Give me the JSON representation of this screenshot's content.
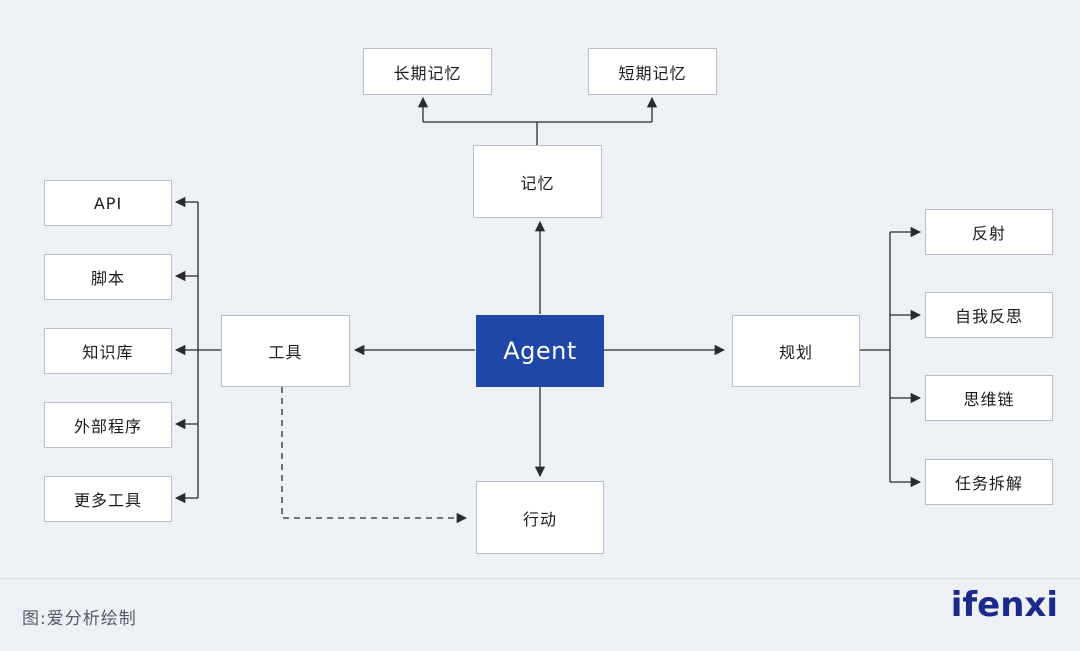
{
  "colors": {
    "agent_fill": "#1e47a8",
    "line": "#2b2b2b",
    "background": "#edf1f6"
  },
  "diagram": {
    "center": "Agent",
    "memory": {
      "label": "记忆",
      "children": [
        "长期记忆",
        "短期记忆"
      ]
    },
    "tools": {
      "label": "工具",
      "children": [
        "API",
        "脚本",
        "知识库",
        "外部程序",
        "更多工具"
      ]
    },
    "planning": {
      "label": "规划",
      "children": [
        "反射",
        "自我反思",
        "思维链",
        "任务拆解"
      ]
    },
    "action": {
      "label": "行动"
    }
  },
  "footer": {
    "caption": "图:爱分析绘制",
    "logo": "ifenxi"
  }
}
